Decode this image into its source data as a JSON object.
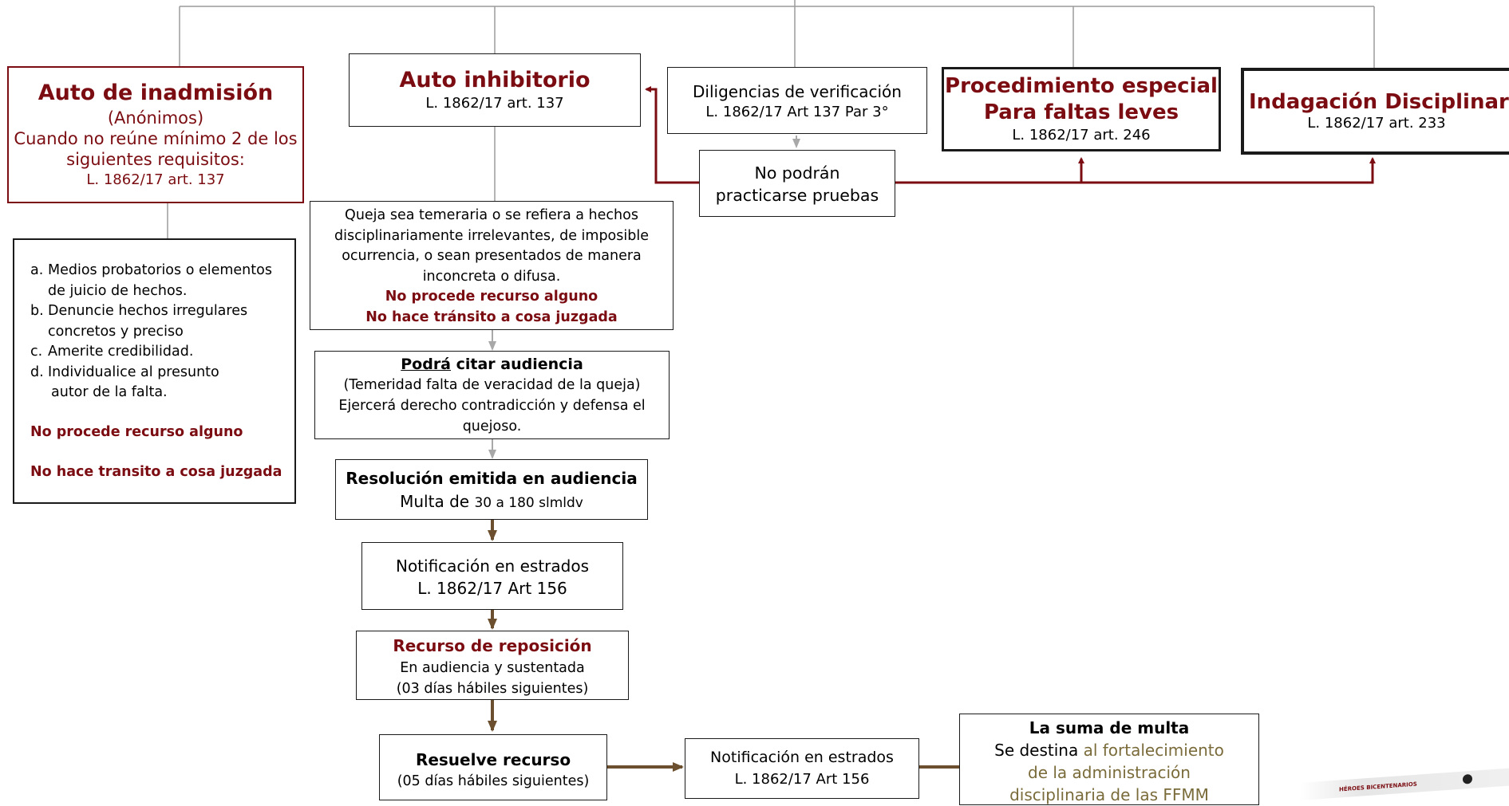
{
  "colors": {
    "dark_red": "#7b0d12",
    "brown": "#6b4f2e",
    "gray_line": "#9a9a9a",
    "gray_arrow": "#a8a8a8",
    "olive_text": "#7a6b3a"
  },
  "auto_inadmision": {
    "title": "Auto de inadmisión",
    "line1": "(Anónimos)",
    "line2": "Cuando no reúne mínimo 2 de los",
    "line3": "siguientes requisitos:",
    "ref": "L. 1862/17 art. 137"
  },
  "requisitos": {
    "items": [
      {
        "mark": "a.",
        "text": "Medios probatorios o elementos",
        "cont": "de juicio de hechos."
      },
      {
        "mark": "b.",
        "text": "Denuncie hechos irregulares",
        "cont": "concretos y preciso"
      },
      {
        "mark": "c.",
        "text": "Amerite credibilidad.",
        "cont": ""
      },
      {
        "mark": "d.",
        "text": "Individualice al presunto",
        "cont": "autor de la falta."
      }
    ],
    "note1": "No procede recurso alguno",
    "note2": "No hace transito a cosa juzgada"
  },
  "auto_inhibitorio": {
    "title": "Auto inhibitorio",
    "ref": "L. 1862/17 art. 137"
  },
  "queja": {
    "line1": "Queja  sea temeraria o se refiera a hechos",
    "line2": "disciplinariamente irrelevantes, de imposible",
    "line3": "ocurrencia, o sean presentados de manera",
    "line4": "inconcreta o difusa.",
    "note1": "No procede recurso alguno",
    "note2": "No hace tránsito a cosa juzgada"
  },
  "audiencia": {
    "title_underlined": "Podrá",
    "title_rest": " citar audiencia",
    "line1": "(Temeridad falta de veracidad de la queja)",
    "line2": "Ejercerá derecho contradicción y defensa el",
    "line3": "quejoso."
  },
  "resolucion": {
    "title": "Resolución emitida en audiencia",
    "multa_prefix": "Multa de ",
    "multa_rest": "30 a 180 slmldv"
  },
  "notificacion1": {
    "title": "Notificación en estrados",
    "ref": "L. 1862/17 Art 156"
  },
  "reposicion": {
    "title": "Recurso de reposición",
    "line1": "En audiencia y sustentada",
    "line2": "(03 días hábiles siguientes)"
  },
  "resuelve": {
    "title": "Resuelve  recurso",
    "line1": "(05 días hábiles siguientes)"
  },
  "notificacion2": {
    "title": "Notificación en estrados",
    "ref": "L. 1862/17 Art 156"
  },
  "suma_multa": {
    "title": "La suma de multa",
    "prefix": "Se destina ",
    "rest1": "al fortalecimiento",
    "line2": "de la administración",
    "line3": "disciplinaria de las FFMM"
  },
  "diligencias": {
    "title": "Diligencias de verificación",
    "ref": "L. 1862/17 Art 137 Par 3°"
  },
  "no_pruebas": {
    "line1": "No  podrán",
    "line2": "practicarse pruebas"
  },
  "procedimiento": {
    "line1": "Procedimiento especial",
    "line2": "Para  faltas leves",
    "ref": "L. 1862/17 art. 246"
  },
  "indagacion": {
    "title": "Indagación Disciplinaria",
    "ref": "L. 1862/17 art. 233"
  },
  "logo": {
    "text": "HÉROES BICENTENARIOS"
  }
}
